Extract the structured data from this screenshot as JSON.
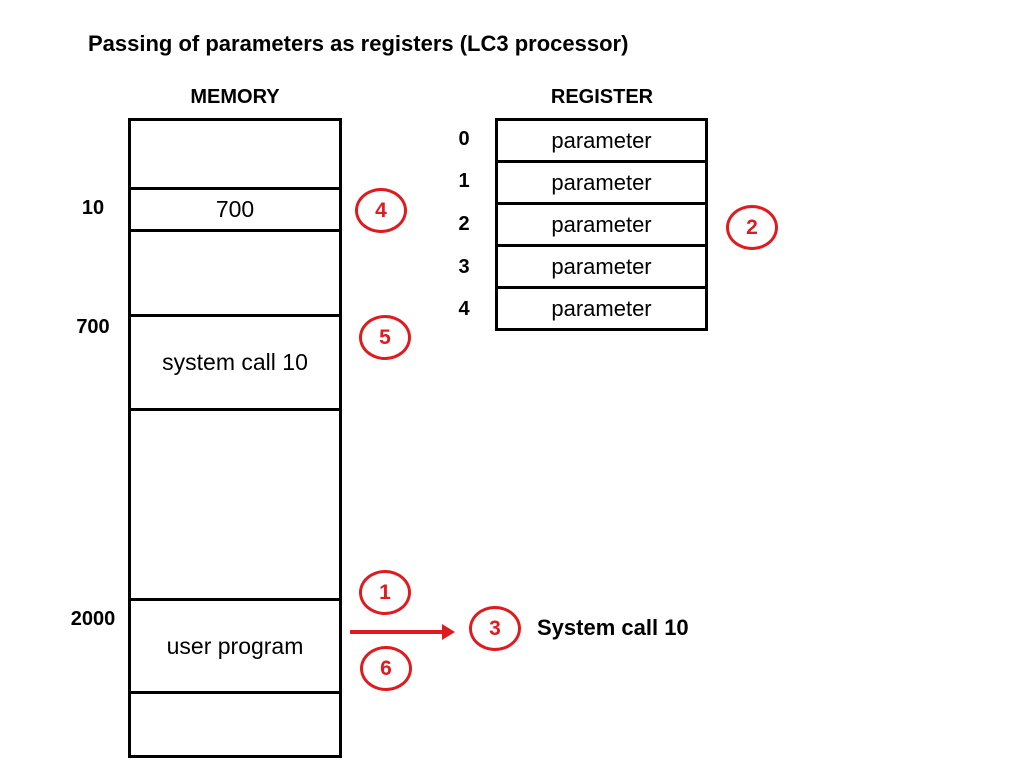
{
  "title": "Passing of parameters as registers (LC3 processor)",
  "memory": {
    "header": "MEMORY",
    "rows": [
      {
        "address": "",
        "value": ""
      },
      {
        "address": "10",
        "value": "700"
      },
      {
        "address": "",
        "value": ""
      },
      {
        "address": "700",
        "value": "system call 10"
      },
      {
        "address": "",
        "value": ""
      },
      {
        "address": "2000",
        "value": "user program"
      },
      {
        "address": "",
        "value": ""
      }
    ]
  },
  "register": {
    "header": "REGISTER",
    "rows": [
      {
        "index": "0",
        "value": "parameter"
      },
      {
        "index": "1",
        "value": "parameter"
      },
      {
        "index": "2",
        "value": "parameter"
      },
      {
        "index": "3",
        "value": "parameter"
      },
      {
        "index": "4",
        "value": "parameter"
      }
    ]
  },
  "annotations": {
    "steps": [
      "1",
      "2",
      "3",
      "4",
      "5",
      "6"
    ],
    "arrow_label": "System call 10"
  },
  "colors": {
    "ink": "#000000",
    "accent_red": "#e01b20",
    "background": "#ffffff"
  }
}
